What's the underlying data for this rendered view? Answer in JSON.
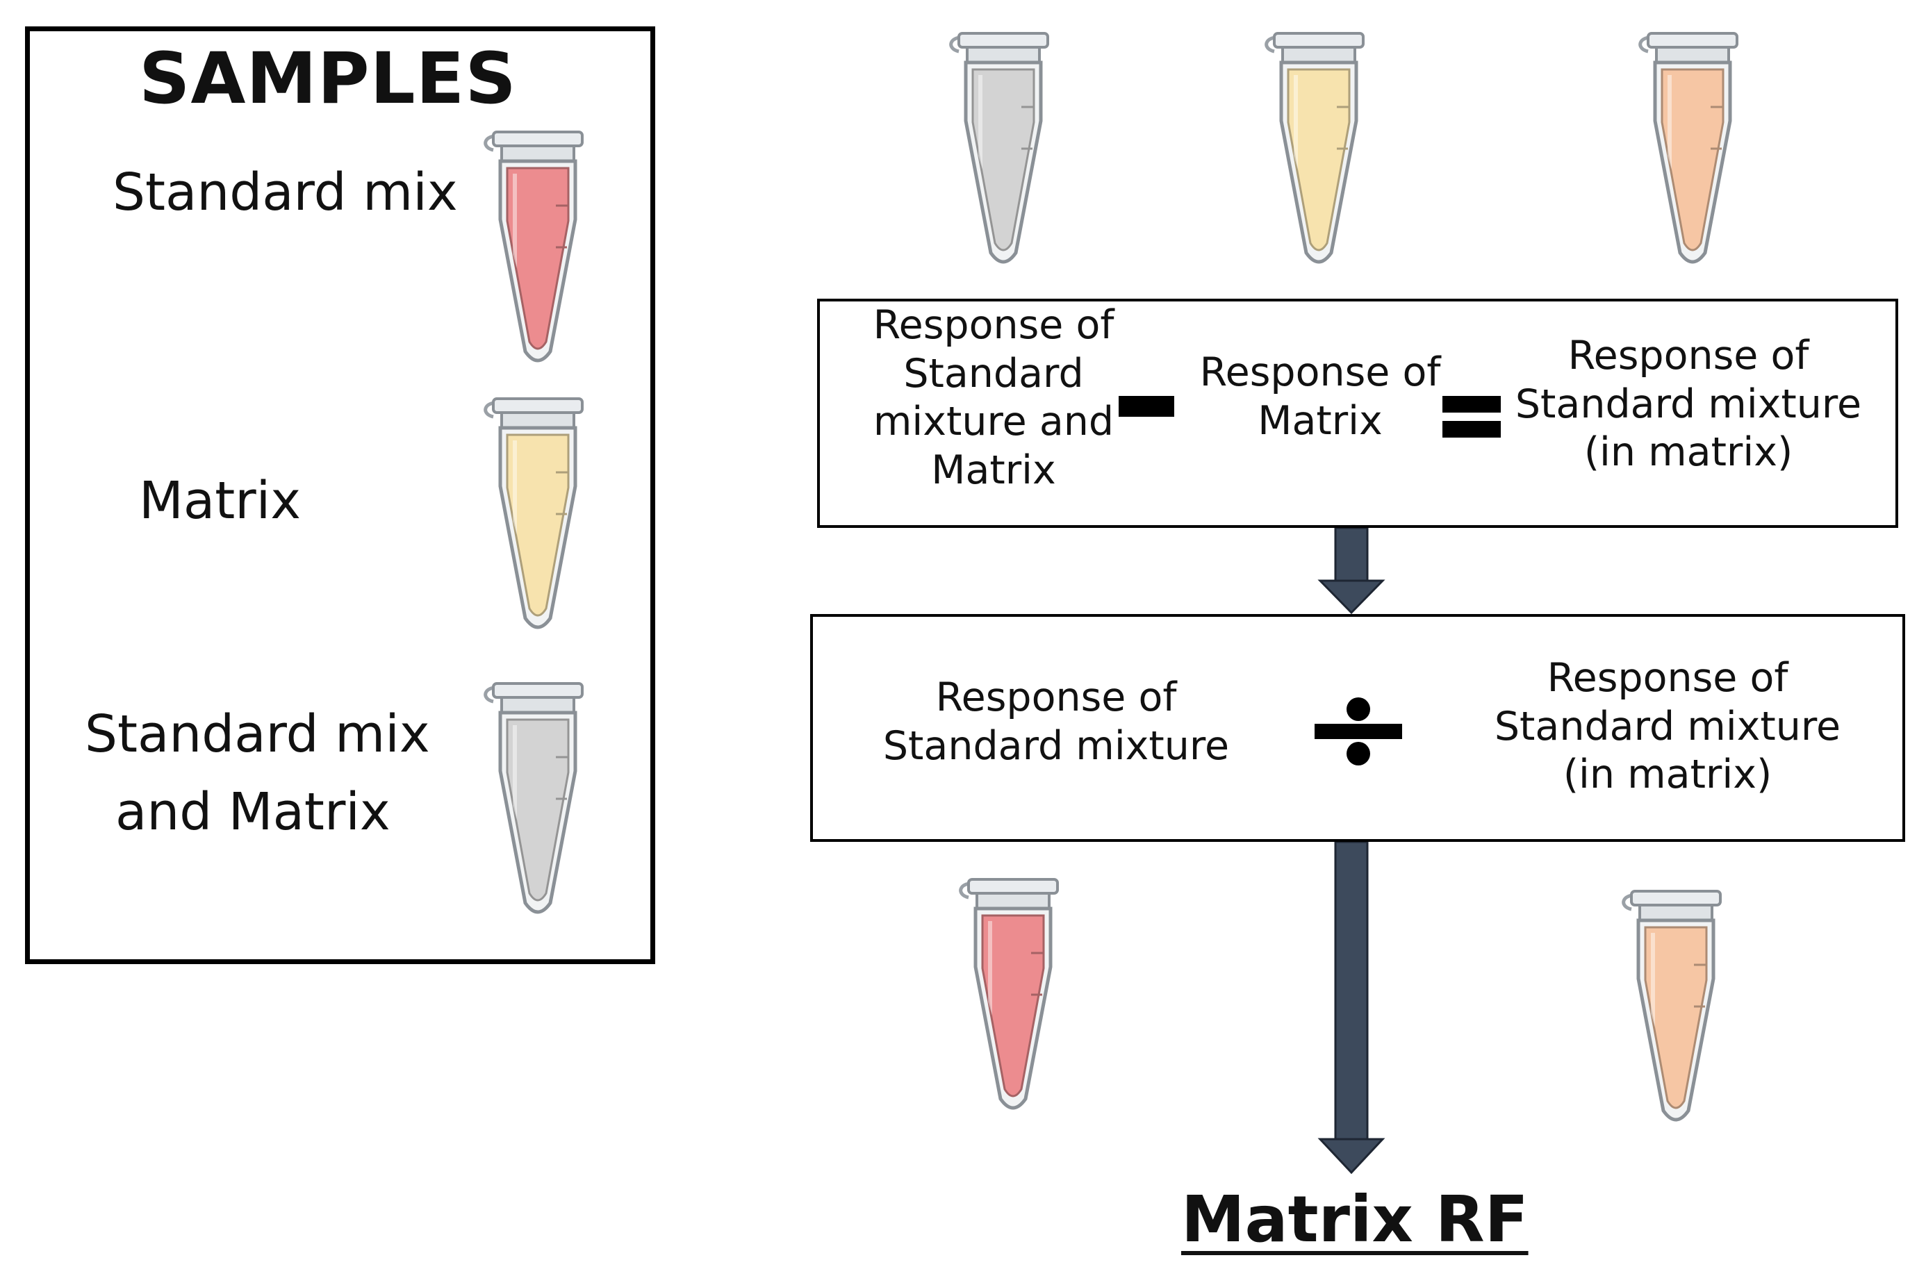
{
  "samples_panel": {
    "title": "SAMPLES",
    "items": [
      {
        "label": "Standard mix",
        "tube_color": "#ec8c8f"
      },
      {
        "label": "Matrix",
        "tube_color": "#f7e3ae"
      },
      {
        "label_line1": "Standard mix",
        "label_line2": "and Matrix",
        "tube_color": "#d3d3d3"
      }
    ]
  },
  "top_tubes": {
    "colors": [
      "#d3d3d3",
      "#f7e3ae",
      "#f6c6a4"
    ]
  },
  "equation_1": {
    "term_a": [
      "Response of",
      "Standard",
      "mixture and",
      "Matrix"
    ],
    "operator_1": "minus",
    "term_b": [
      "Response of",
      "Matrix"
    ],
    "operator_2": "equals",
    "result": [
      "Response of",
      "Standard mixture",
      "(in matrix)"
    ]
  },
  "equation_2": {
    "term_a": [
      "Response of",
      "Standard mixture"
    ],
    "operator": "divide",
    "term_b": [
      "Response of",
      "Standard mixture",
      "(in matrix)"
    ]
  },
  "bottom_tubes": {
    "colors": [
      "#ec8c8f",
      "#f6c6a4"
    ]
  },
  "result_label": "Matrix RF",
  "colors": {
    "arrow": "#3d4a5c",
    "border": "#000000",
    "operator": "#000000"
  }
}
